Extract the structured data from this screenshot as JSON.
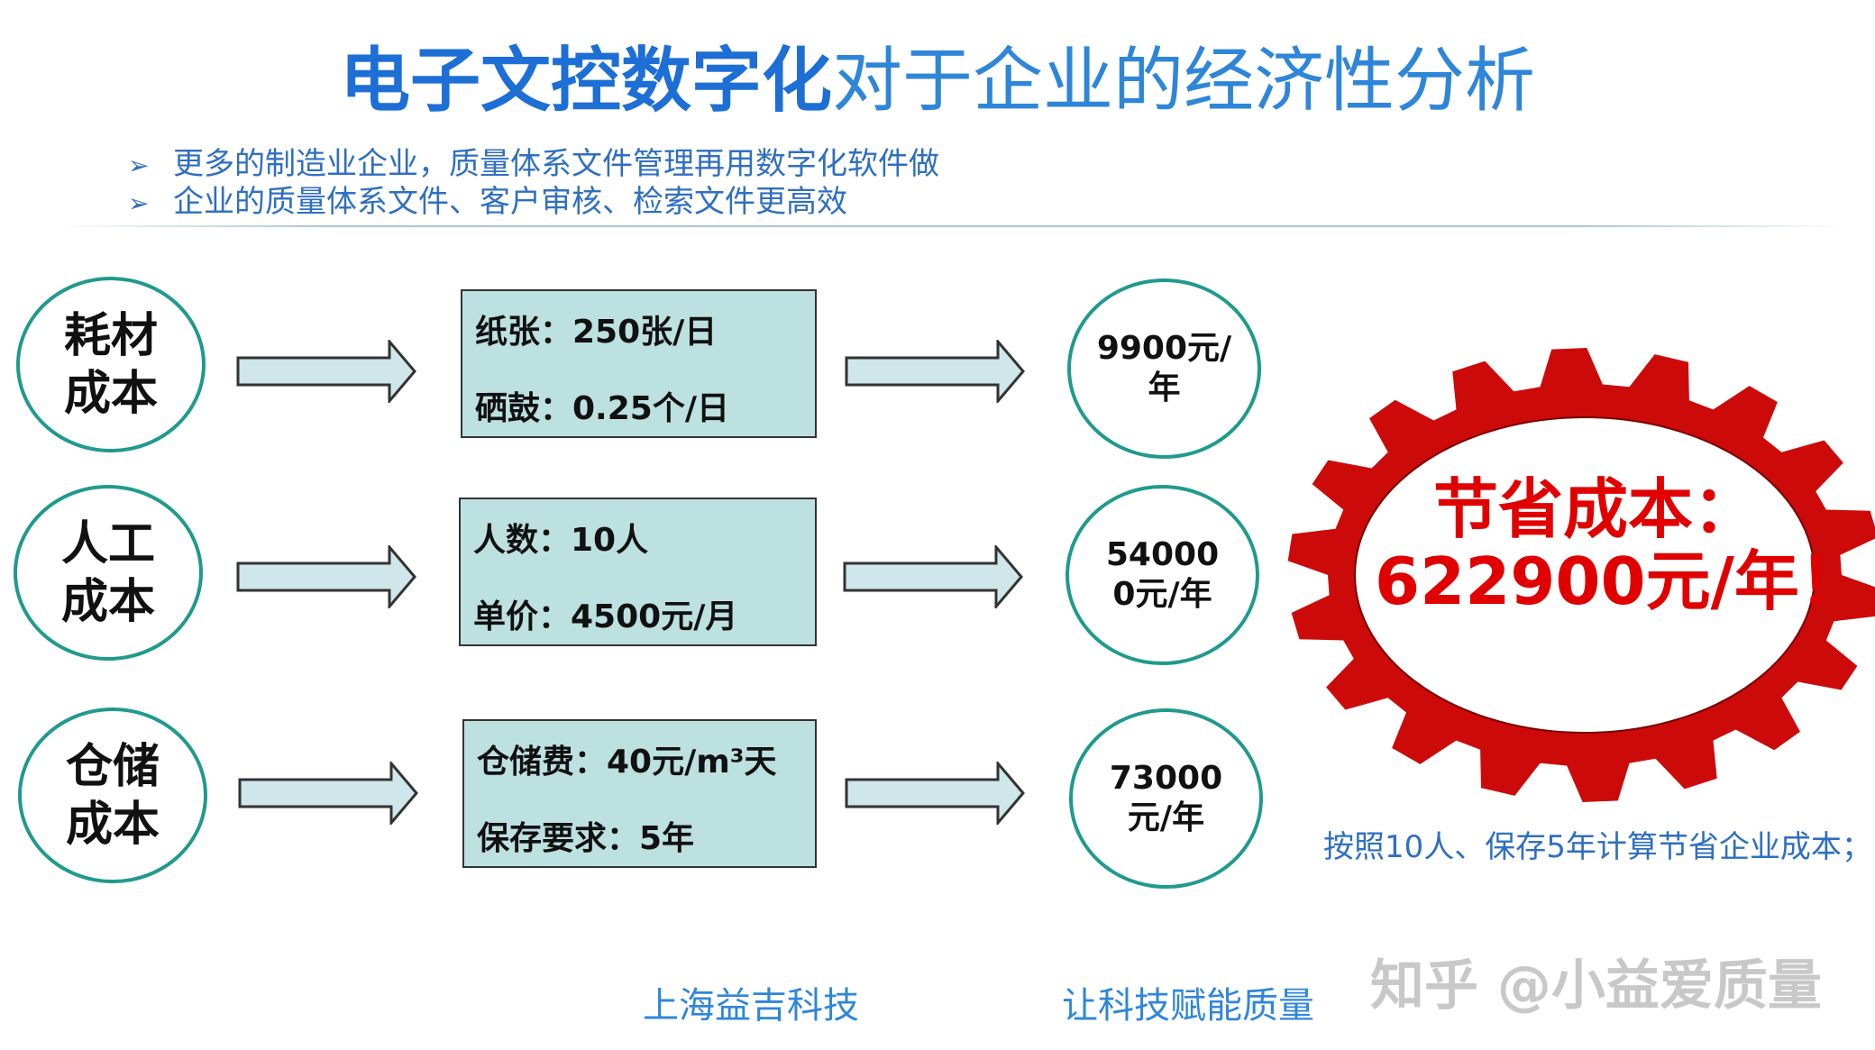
{
  "title": {
    "bold_part": "电子文控数字化",
    "normal_part": "对于企业的经济性分析"
  },
  "bullets": [
    "更多的制造业企业，质量体系文件管理再用数字化软件做",
    "企业的质量体系文件、客户审核、检索文件更高效"
  ],
  "bullet_marker": "➢",
  "rows": [
    {
      "category": "耗材成本",
      "lines": [
        "纸张：250张/日",
        "硒鼓：0.25个/日"
      ],
      "result": "9900元/年"
    },
    {
      "category": "人工成本",
      "lines": [
        "人数：10人",
        "单价：4500元/月"
      ],
      "result": "540000元/年"
    },
    {
      "category": "仓储成本",
      "lines": [
        "仓储费：40元/m³天",
        "保存要求：5年"
      ],
      "result": "73000元/年"
    }
  ],
  "gear": {
    "line1": "节省成本：",
    "line2": "622900元/年！"
  },
  "note": "按照10人、保存5年计算节省企业成本；",
  "footer": {
    "company": "上海益吉科技",
    "slogan": "让科技赋能质量"
  },
  "watermark": "知乎 @小益爱质量",
  "colors": {
    "circle_border": "#1f9a8c",
    "box_fill": "#bde0e0",
    "arrow_fill": "#cfe6ea",
    "gear_red": "#cc0a0a",
    "highlight_text": "#e00000",
    "blue_text": "#2f6fc0"
  }
}
